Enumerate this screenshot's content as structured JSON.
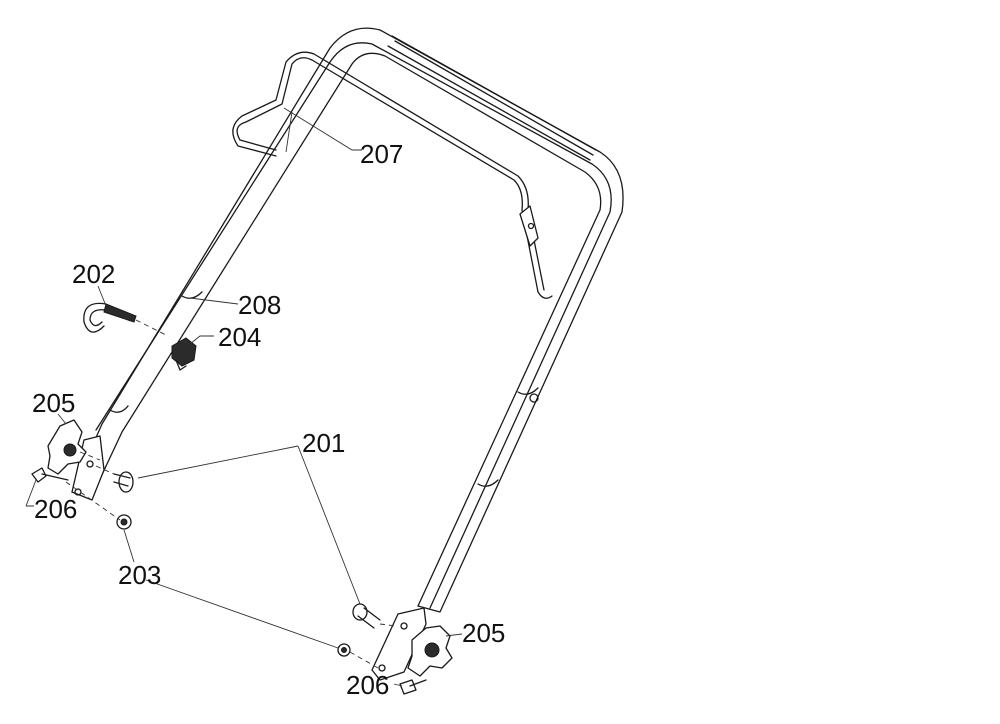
{
  "diagram": {
    "callouts": {
      "c201": "201",
      "c202": "202",
      "c203": "203",
      "c204": "204",
      "c205_left": "205",
      "c205_right": "205",
      "c206_left": "206",
      "c206_right": "206",
      "c207": "207",
      "c208": "208"
    }
  }
}
